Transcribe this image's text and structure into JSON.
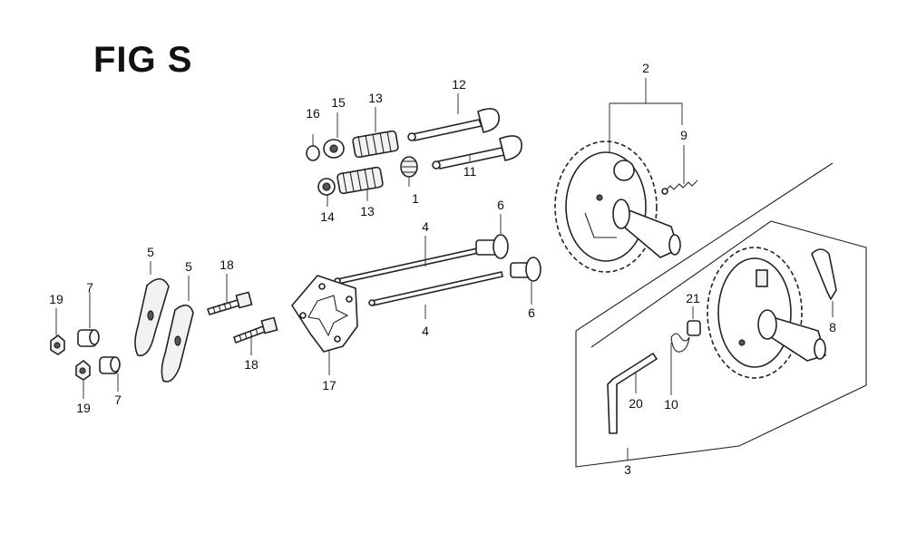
{
  "title": "FIG S",
  "labels": {
    "p1": "1",
    "p2": "2",
    "p3": "3",
    "p4a": "4",
    "p4b": "4",
    "p5a": "5",
    "p5b": "5",
    "p6a": "6",
    "p6b": "6",
    "p7a": "7",
    "p7b": "7",
    "p8": "8",
    "p9": "9",
    "p10": "10",
    "p11": "11",
    "p12": "12",
    "p13a": "13",
    "p13b": "13",
    "p14": "14",
    "p15": "15",
    "p16": "16",
    "p17": "17",
    "p18a": "18",
    "p18b": "18",
    "p19a": "19",
    "p19b": "19",
    "p20": "20",
    "p21": "21"
  }
}
